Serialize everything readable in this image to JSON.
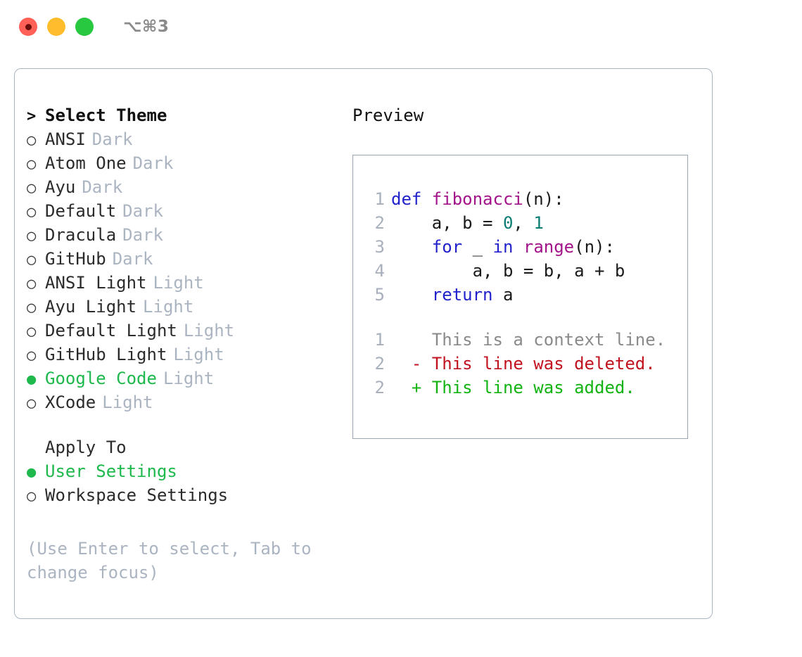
{
  "titlebar": {
    "shortcut": "⌥⌘3",
    "buttons": [
      {
        "name": "close",
        "color": "#ff6058"
      },
      {
        "name": "minimize",
        "color": "#ffbd2e"
      },
      {
        "name": "zoom",
        "color": "#28c840"
      }
    ]
  },
  "colors": {
    "accent_green": "#1eb84c",
    "muted": "#abb4c1",
    "panel_border": "#aab4c2",
    "preview_border": "#9aa5b4",
    "keyword": "#2222cc",
    "function": "#a3148a",
    "number": "#0b7c74",
    "diff_delete": "#c1121f",
    "diff_add": "#12b312",
    "line_number": "#a8b0bd"
  },
  "theme_list": {
    "header_marker": ">",
    "header_label": "Select Theme",
    "marker_unselected": "○",
    "marker_selected": "●",
    "items": [
      {
        "marker": "○",
        "name": "ANSI",
        "tag": "Dark",
        "selected": false
      },
      {
        "marker": "○",
        "name": "Atom One",
        "tag": "Dark",
        "selected": false
      },
      {
        "marker": "○",
        "name": "Ayu",
        "tag": "Dark",
        "selected": false
      },
      {
        "marker": "○",
        "name": "Default",
        "tag": "Dark",
        "selected": false
      },
      {
        "marker": "○",
        "name": "Dracula",
        "tag": "Dark",
        "selected": false
      },
      {
        "marker": "○",
        "name": "GitHub",
        "tag": "Dark",
        "selected": false
      },
      {
        "marker": "○",
        "name": "ANSI Light",
        "tag": "Light",
        "selected": false
      },
      {
        "marker": "○",
        "name": "Ayu Light",
        "tag": "Light",
        "selected": false
      },
      {
        "marker": "○",
        "name": "Default Light",
        "tag": "Light",
        "selected": false
      },
      {
        "marker": "○",
        "name": "GitHub Light",
        "tag": "Light",
        "selected": false
      },
      {
        "marker": "●",
        "name": "Google Code",
        "tag": "Light",
        "selected": true
      },
      {
        "marker": "○",
        "name": "XCode",
        "tag": "Light",
        "selected": false
      }
    ]
  },
  "apply_to": {
    "label": "Apply To",
    "options": [
      {
        "marker": "●",
        "name": "User Settings",
        "selected": true
      },
      {
        "marker": "○",
        "name": "Workspace Settings",
        "selected": false
      }
    ]
  },
  "hint": "(Use Enter to select, Tab to change focus)",
  "preview": {
    "title": "Preview",
    "code_lines": [
      {
        "number": "1",
        "tokens": [
          {
            "text": "def ",
            "type": "keyword"
          },
          {
            "text": "fibonacci",
            "type": "function"
          },
          {
            "text": "(n):",
            "type": "plain"
          }
        ]
      },
      {
        "number": "2",
        "tokens": [
          {
            "text": "    a, b = ",
            "type": "plain"
          },
          {
            "text": "0",
            "type": "number"
          },
          {
            "text": ", ",
            "type": "plain"
          },
          {
            "text": "1",
            "type": "number"
          }
        ]
      },
      {
        "number": "3",
        "tokens": [
          {
            "text": "    ",
            "type": "plain"
          },
          {
            "text": "for",
            "type": "keyword"
          },
          {
            "text": " _ ",
            "type": "plain"
          },
          {
            "text": "in",
            "type": "keyword"
          },
          {
            "text": " ",
            "type": "plain"
          },
          {
            "text": "range",
            "type": "function"
          },
          {
            "text": "(n):",
            "type": "plain"
          }
        ]
      },
      {
        "number": "4",
        "tokens": [
          {
            "text": "        a, b = b, a + b",
            "type": "plain"
          }
        ]
      },
      {
        "number": "5",
        "tokens": [
          {
            "text": "    ",
            "type": "plain"
          },
          {
            "text": "return",
            "type": "keyword"
          },
          {
            "text": " a",
            "type": "plain"
          }
        ]
      }
    ],
    "diff_lines": [
      {
        "number": "1",
        "sign": " ",
        "text": " This is a context line.",
        "type": "context"
      },
      {
        "number": "2",
        "sign": "-",
        "text": " This line was deleted.",
        "type": "delete"
      },
      {
        "number": "2",
        "sign": "+",
        "text": " This line was added.",
        "type": "add"
      }
    ]
  }
}
